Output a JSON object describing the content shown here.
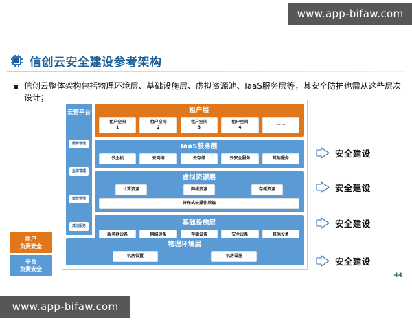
{
  "watermark": {
    "top": "www.app-bifaw.com",
    "bottom": "www.app-bifaw.com"
  },
  "header": {
    "icon": "chip-icon",
    "title": "信创云安全建设参考架构"
  },
  "bullet": {
    "marker": "■",
    "text": "信创云整体架构包括物理环境层、基础设施层、虚拟资源池、IaaS服务层等，其安全防护也需从这些层次设计；"
  },
  "diagram": {
    "management_rail": {
      "head": "云管平台",
      "chips": [
        "服务管理",
        "运维管理",
        "运营管理",
        "其他服务"
      ]
    },
    "layers": [
      {
        "id": "tenant",
        "title": "租户层",
        "color": "#e2761b",
        "nodes": [
          "租户空间\n1",
          "租户空间\n2",
          "租户空间\n3",
          "租户空间\n4",
          "······"
        ]
      },
      {
        "id": "iaas",
        "title": "IaaS服务层",
        "color": "#5b9bd5",
        "nodes": [
          "云主机",
          "云网络",
          "云存储",
          "云安全服务",
          "其他服务"
        ]
      },
      {
        "id": "virtual",
        "title": "虚拟资源层",
        "color": "#5b9bd5",
        "nodes": [
          "计算资源",
          "网络资源",
          "存储资源"
        ],
        "wide_node": "分布式云操作系统"
      },
      {
        "id": "infrastructure",
        "title": "基础设施层",
        "color": "#5b9bd5",
        "nodes": [
          "服务器设备",
          "网络设备",
          "存储设备",
          "安全设备",
          "其他设备"
        ]
      },
      {
        "id": "physical",
        "title": "物理环境层",
        "color": "#5b9bd5",
        "nodes": [
          "机房位置",
          "机房设施"
        ]
      }
    ]
  },
  "security_items": [
    {
      "label": "安全建设",
      "icon": "right-arrow-icon"
    },
    {
      "label": "安全建设",
      "icon": "right-arrow-icon"
    },
    {
      "label": "安全建设",
      "icon": "right-arrow-icon"
    },
    {
      "label": "安全建设",
      "icon": "right-arrow-icon"
    }
  ],
  "legend": [
    {
      "id": "tenant-responsibility",
      "line1": "租户",
      "line2": "负责安全",
      "color": "#e2761b"
    },
    {
      "id": "platform-responsibility",
      "line1": "平台",
      "line2": "负责安全",
      "color": "#5b9bd5"
    }
  ],
  "page_number": "44"
}
